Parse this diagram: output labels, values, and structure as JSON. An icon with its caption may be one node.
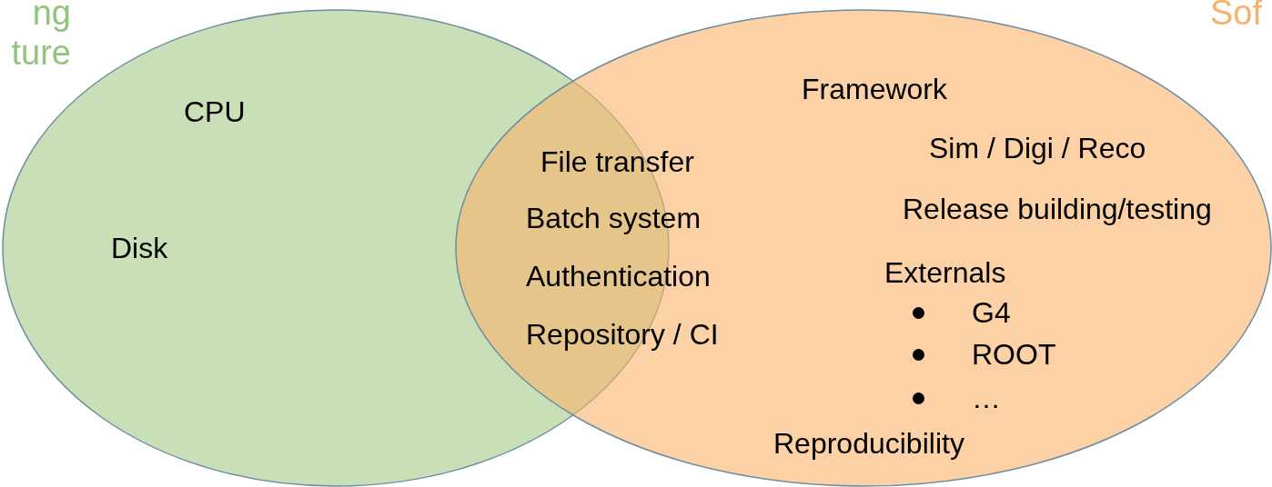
{
  "diagram": {
    "nodes": [
      {
        "text": [
          "ng ture",
          "CPU",
          "Disk"
        ]
      },
      {
        "text": [
          "Sof",
          "Framework",
          "Sim / Digi / Reco",
          "Release building/testing",
          "Externals",
          "G4",
          "ROOT",
          "…",
          "Reproducibility"
        ]
      }
    ],
    "labels": [
      "File transfer",
      "Batch system",
      "Authentication",
      "Repository / CI"
    ]
  }
}
